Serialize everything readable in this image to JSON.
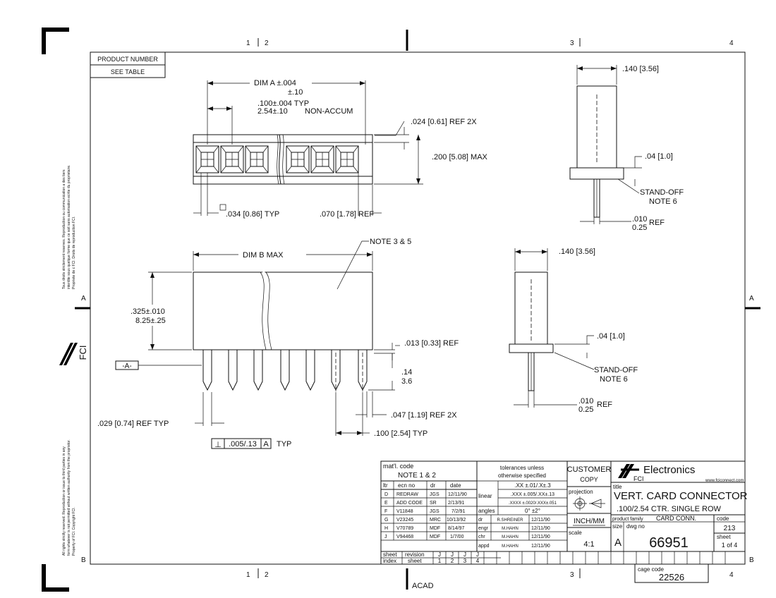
{
  "product_box": {
    "label": "PRODUCT NUMBER",
    "value": "SEE TABLE"
  },
  "zones": {
    "top": [
      "1",
      "2",
      "3",
      "4"
    ],
    "side": [
      "A",
      "B"
    ]
  },
  "top_view": {
    "dim_a": "DIM A ±.004",
    "dim_a_metric": "±.10",
    "pitch": ".100±.004 TYP",
    "pitch_metric": "2.54±.10",
    "non_accum": "NON-ACCUM",
    "ref_024": ".024 [0.61] REF 2X",
    "max_200": ".200 [5.08] MAX",
    "sq_034": ".034 [0.86] TYP",
    "ref_070": ".070 [1.78] REF"
  },
  "side_view_top": {
    "width": ".140 [3.56]",
    "ref_04": ".04 [1.0]",
    "standoff": "STAND-OFF",
    "note6": "NOTE 6",
    "ref_010": ".010",
    "ref_010_metric": "0.25",
    "ref_label": "REF"
  },
  "front_view": {
    "dim_b": "DIM B MAX",
    "note35": "NOTE 3 & 5",
    "height": ".325±.010",
    "height_metric": "8.25±.25",
    "datum": "-A-",
    "ref_013": ".013 [0.33] REF",
    "pin_len": ".14",
    "pin_len_metric": "3.6",
    "ref_047": ".047 [1.19] REF 2X",
    "ref_029": ".029 [0.74] REF TYP",
    "pitch_100": ".100 [2.54] TYP",
    "tol_symbol": "⊥",
    "tol_value": ".005/.13",
    "tol_datum": "A",
    "tol_typ": "TYP"
  },
  "side_view_bottom": {
    "width": ".140 [3.56]",
    "ref_04": ".04 [1.0]",
    "standoff": "STAND-OFF",
    "note6": "NOTE 6",
    "ref_010": ".010",
    "ref_010_metric": "0.25",
    "ref_label": "REF"
  },
  "margin_notes": {
    "left_top": [
      "Tous droits strictement reserves. Reproduction ou communication a des tiers",
      "interdite sous quelque forme que ce soit sans autorisation ecrite du proprietaire.",
      "Propriete de c FCI.  Droits de reproduction FCI."
    ],
    "left_bottom": [
      "All rights strictly reserved. Reproduction or issue to third parties in any",
      "form whatever is not permitted without written authority from the proprietor.",
      "Property of FCI.  Copyright FCI."
    ],
    "side_logo": "FCI"
  },
  "title_block": {
    "matl_code_label": "mat'l. code",
    "matl_code_value": "NOTE 1 & 2",
    "rev_headers": [
      "ltr",
      "ecn no",
      "dr",
      "date"
    ],
    "revisions": [
      [
        "D",
        "REDRAW",
        "JGS",
        "12/11/90"
      ],
      [
        "E",
        "ADD CODE",
        "SR",
        "2/13/91"
      ],
      [
        "F",
        "V11848",
        "JGS",
        "7/2/91"
      ],
      [
        "G",
        "V23245",
        "MRC",
        "10/13/92"
      ],
      [
        "H",
        "V70789",
        "MDF",
        "8/14/97"
      ],
      [
        "J",
        "V94468",
        "MDF",
        "1/7/00"
      ]
    ],
    "tolerances_title": "tolerances unless",
    "tolerances_title2": "otherwise specified",
    "tol_row1": ".XX ±.01/.X±.3",
    "linear_label": "linear",
    "tol_row2": ".XXX ±.005/.XX±.13",
    "tol_row3": ".XXXX ±.0020/.XXX±.051",
    "angles_label": "angles",
    "angles_value": "0° ±2°",
    "signoffs": [
      [
        "dr",
        "R.SHREINER",
        "12/11/90"
      ],
      [
        "engr",
        "M.HAHN",
        "12/11/90"
      ],
      [
        "chr",
        "M.HAHN",
        "12/11/90"
      ],
      [
        "appd",
        "M.HAHN",
        "12/11/90"
      ]
    ],
    "customer_copy": "CUSTOMER",
    "customer_copy2": "COPY",
    "projection_label": "projection",
    "units": "INCH/MM",
    "scale_label": "scale",
    "scale_value": "4:1",
    "company": "Electronics",
    "company_logo": "FCI",
    "website": "www.fciconnect.com",
    "title_label": "title",
    "title_line1": "VERT. CARD CONNECTOR",
    "title_line2": ".100/2.54 CTR. SINGLE ROW",
    "product_family_label": "product family",
    "product_family_value": "CARD CONN.",
    "code_label": "code",
    "code_value": "213",
    "size_label": "size",
    "size_value": "A",
    "dwg_no_label": "dwg no",
    "dwg_no_value": "66951",
    "sheet_label": "sheet",
    "sheet_value": "1 of 4",
    "sheet_index_labels": [
      "sheet",
      "index",
      "revision",
      "sheet"
    ],
    "sheet_revs": [
      "J",
      "J",
      "J",
      "J"
    ],
    "sheet_nums": [
      "1",
      "2",
      "3",
      "4"
    ],
    "cage_code_label": "cage code",
    "cage_code_value": "22526",
    "acad": "ACAD"
  }
}
